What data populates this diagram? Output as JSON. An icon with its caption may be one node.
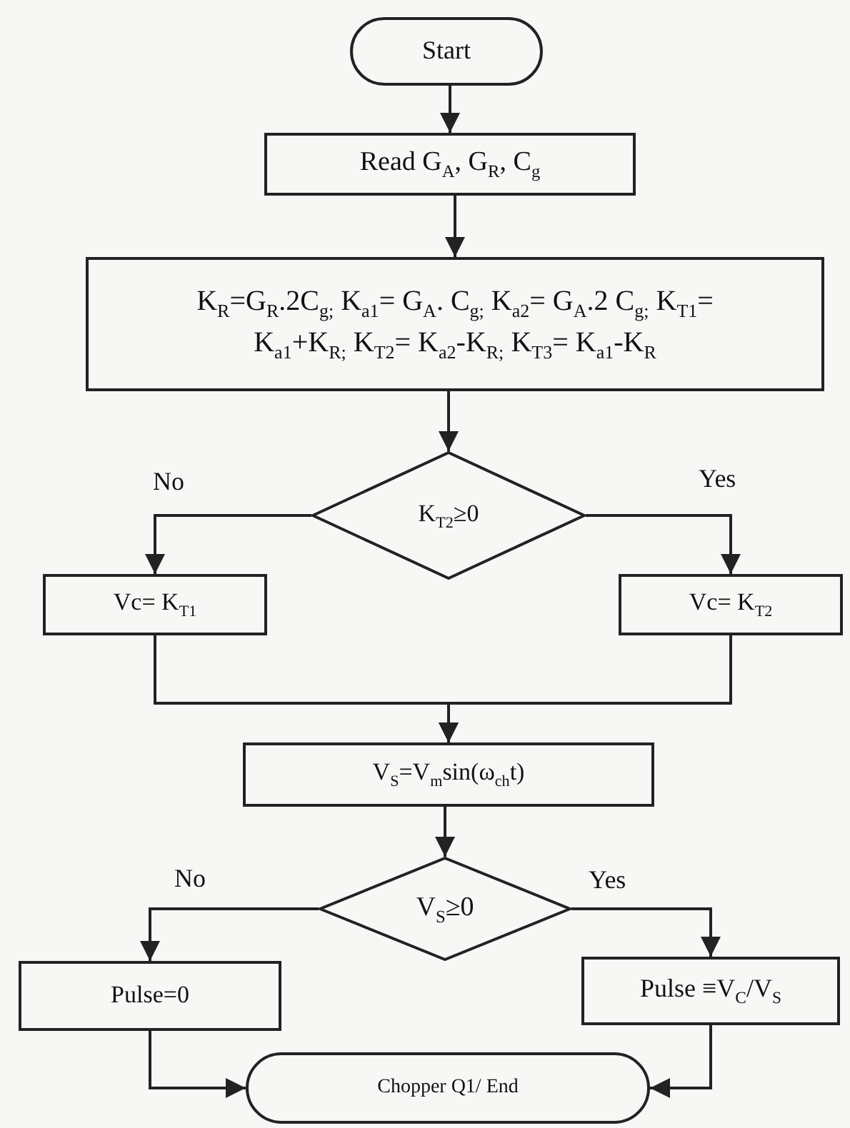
{
  "diagram": {
    "nodes": [
      {
        "text": [
          "Start"
        ]
      },
      {
        "text": [
          "Read G$_{A}$, G$_{R}$, C$_{g}$"
        ]
      },
      {
        "text": [
          "K$_{R}$=G$_{R}$.2C$_{g;}$ K$_{a1}$= G$_{A}$. C$_{g;}$ K$_{a2}$= G$_{A}$.2 C$_{g;}$ K$_{T1}$= K$_{a1}$+K$_{R;}$ K$_{T2}$= K$_{a2}$-K$_{R;}$ K$_{T3}$= K$_{a1}$-K$_{R}$"
        ]
      },
      {
        "text": [
          "K$_{T2}$≥0"
        ]
      },
      {
        "text": [
          "Vc= K$_{T1}$"
        ]
      },
      {
        "text": [
          "Vc= K$_{T2}$"
        ]
      },
      {
        "text": [
          "V$_{S}$=V$_{m}$sin(ω$_{ch}$t)"
        ]
      },
      {
        "text": [
          "V$_{S}$≥0"
        ]
      },
      {
        "text": [
          "Pulse=0"
        ]
      },
      {
        "text": [
          "Pulse ≡V$_{C}$/V$_{S}$"
        ]
      },
      {
        "text": [
          "Chopper Q1/ End"
        ]
      }
    ],
    "edges": [
      {
        "from": 0,
        "to": 1,
        "arrow": "to"
      },
      {
        "from": 1,
        "to": 2,
        "arrow": "to"
      },
      {
        "from": 2,
        "to": 3,
        "arrow": "to"
      },
      {
        "from": 3,
        "to": 4,
        "arrow": "to",
        "label": "No"
      },
      {
        "from": 3,
        "to": 5,
        "arrow": "to",
        "label": "Yes"
      },
      {
        "from": 4,
        "to": 6,
        "arrow": "to"
      },
      {
        "from": 5,
        "to": 6,
        "arrow": "to"
      },
      {
        "from": 6,
        "to": 7,
        "arrow": "to"
      },
      {
        "from": 7,
        "to": 8,
        "arrow": "to",
        "label": "No"
      },
      {
        "from": 7,
        "to": 9,
        "arrow": "to",
        "label": "Yes"
      },
      {
        "from": 8,
        "to": 10,
        "arrow": "to"
      },
      {
        "from": 9,
        "to": 10,
        "arrow": "to"
      }
    ]
  }
}
